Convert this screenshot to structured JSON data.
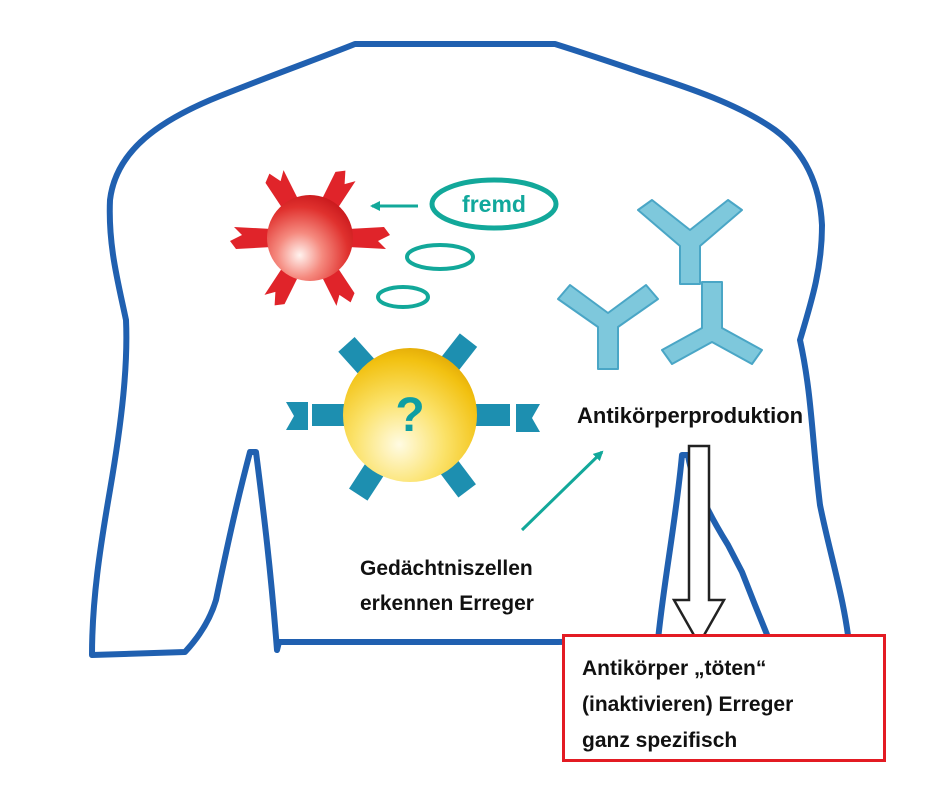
{
  "labels": {
    "thought": "fremd",
    "question_mark": "?",
    "antibody_production": "Antikörperproduktion",
    "memory_cells": [
      "Gedächtniszellen",
      "erkennen Erreger"
    ],
    "result_box": [
      "Antikörper „töten“",
      "(inaktivieren) Erreger",
      "ganz spezifisch"
    ]
  },
  "colors": {
    "body_outline": "#2060b0",
    "pathogen": "#e0242a",
    "memory_cell": "#f3c417",
    "memory_cell_spikes": "#1d8fb0",
    "thought_bubble": "#12a89a",
    "antibody": "#7ec8dc",
    "result_box_border": "#e31b23"
  }
}
